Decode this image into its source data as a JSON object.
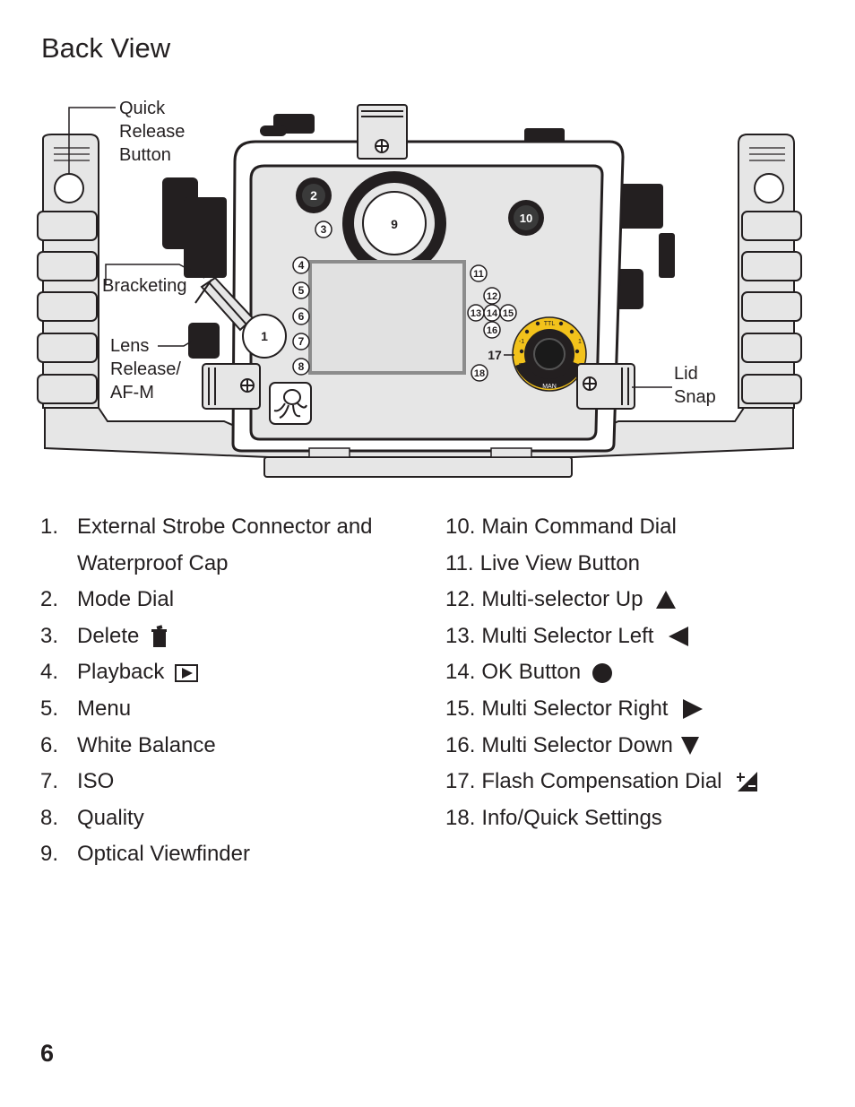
{
  "page": {
    "title": "Back View",
    "page_number": "6"
  },
  "callouts": {
    "quick_release": [
      "Quick",
      "Release",
      "Button"
    ],
    "bracketing": "Bracketing",
    "lens_release": [
      "Lens",
      "Release/",
      "AF-M"
    ],
    "lid_snap": [
      "Lid",
      "Snap"
    ]
  },
  "diagram_numbers": [
    "1",
    "2",
    "3",
    "4",
    "5",
    "6",
    "7",
    "8",
    "9",
    "10",
    "11",
    "12",
    "13",
    "14",
    "15",
    "16",
    "17",
    "18"
  ],
  "dial_labels": {
    "ttl": "TTL",
    "man": "MAN",
    "f": "F",
    "minus1": "-1",
    "plus1": "1"
  },
  "list_left": [
    {
      "num": "1.",
      "text": "External Strobe Connector and"
    },
    {
      "num": "",
      "text": "Waterproof Cap"
    },
    {
      "num": "2.",
      "text": "Mode Dial"
    },
    {
      "num": "3.",
      "text": "Delete",
      "icon": "trash-icon"
    },
    {
      "num": "4.",
      "text": "Playback",
      "icon": "play-box-icon"
    },
    {
      "num": "5.",
      "text": "Menu"
    },
    {
      "num": "6.",
      "text": "White Balance"
    },
    {
      "num": "7.",
      "text": "ISO"
    },
    {
      "num": "8.",
      "text": "Quality"
    },
    {
      "num": "9.",
      "text": "Optical Viewfinder"
    }
  ],
  "list_right": [
    {
      "num": "10.",
      "text": "Main Command Dial"
    },
    {
      "num": "11.",
      "text": "Live View Button"
    },
    {
      "num": "12.",
      "text": "Multi-selector Up",
      "icon": "triangle-up-icon"
    },
    {
      "num": "13.",
      "text": "Multi Selector Left",
      "icon": "triangle-left-icon"
    },
    {
      "num": "14.",
      "text": "OK Button",
      "icon": "filled-circle-icon"
    },
    {
      "num": "15.",
      "text": "Multi Selector Right",
      "icon": "triangle-right-icon"
    },
    {
      "num": "16.",
      "text": "Multi Selector Down",
      "icon": "triangle-down-icon"
    },
    {
      "num": "17.",
      "text": "Flash Compensation Dial",
      "icon": "plus-minus-icon"
    },
    {
      "num": "18.",
      "text": "Info/Quick Settings"
    }
  ],
  "colors": {
    "text": "#231f20",
    "dial_yellow": "#f2c21b",
    "housing_gray": "#e6e6e6",
    "screen_gray": "#e1e1e1"
  }
}
